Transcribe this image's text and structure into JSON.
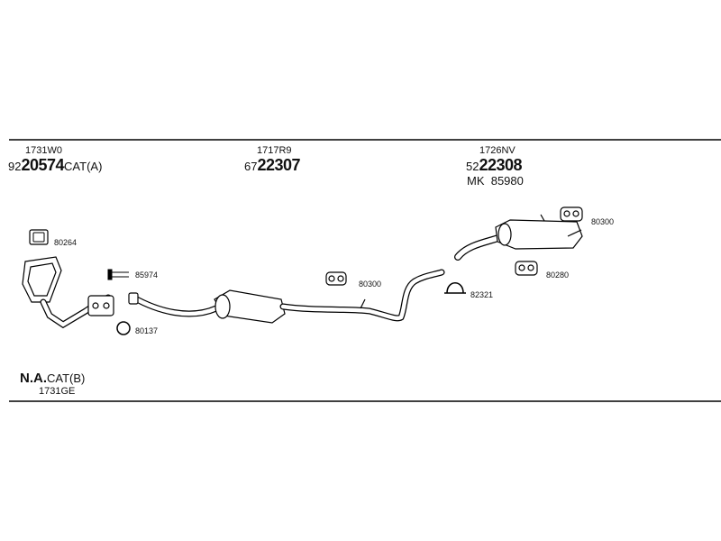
{
  "groups": [
    {
      "code": "1731W0",
      "prefix": "92",
      "number": "20574",
      "suffix": "CAT(A)"
    },
    {
      "code": "1717R9",
      "prefix": "67",
      "number": "22307",
      "suffix": ""
    },
    {
      "code": "1726NV",
      "prefix": "52",
      "number": "22308",
      "suffix": "",
      "extra": "MK  85980"
    }
  ],
  "na": {
    "bold": "N.A.",
    "rest": "CAT(B)",
    "code": "1731GE"
  },
  "parts": {
    "p80264": "80264",
    "p85974": "85974",
    "p80137": "80137",
    "p80300a": "80300",
    "p82321": "82321",
    "p80300b": "80300",
    "p80280": "80280"
  }
}
